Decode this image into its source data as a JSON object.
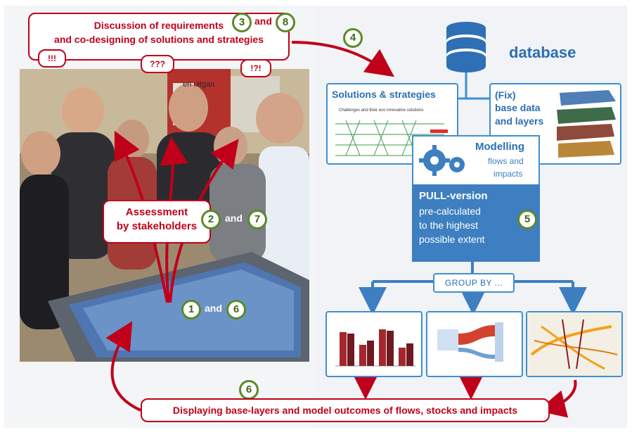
{
  "callouts": {
    "discussion_line1": "Discussion of requirements",
    "discussion_line2": "and co-designing of solutions and strategies",
    "assessment_line1": "Assessment",
    "assessment_line2": "by stakeholders",
    "displaying": "Displaying base-layers and model outcomes of flows, stocks and impacts",
    "reaction_1": "!!!",
    "reaction_2": "???",
    "reaction_3": "!?!"
  },
  "numbers": {
    "n3": "3",
    "n8": "8",
    "n4": "4",
    "n2": "2",
    "n7": "7",
    "n1": "1",
    "n6a": "6",
    "n5": "5",
    "n6b": "6",
    "and": "and"
  },
  "right": {
    "database": "database",
    "solutions_title": "Solutions & strategies",
    "solutions_subtitle": "Challenges and their eco innovative solutions",
    "fix_line1": "(Fix)",
    "fix_line2": "base data",
    "fix_line3": "and layers",
    "modelling_title": "Modelling",
    "modelling_sub1": "flows and",
    "modelling_sub2": "impacts",
    "pull_title": "PULL-version",
    "pull_line1": "pre-calculated",
    "pull_line2": "to the highest",
    "pull_line3": "possible extent",
    "group_by": "GROUP BY ..."
  },
  "photo_sign_text": "en uitgan",
  "colors": {
    "red": "#c0001a",
    "green": "#5a8a2a",
    "blue": "#3d7fc1",
    "light_blue": "#3f8fd2"
  },
  "icons": [
    "database-icon",
    "gears-icon",
    "arrow-icon"
  ]
}
